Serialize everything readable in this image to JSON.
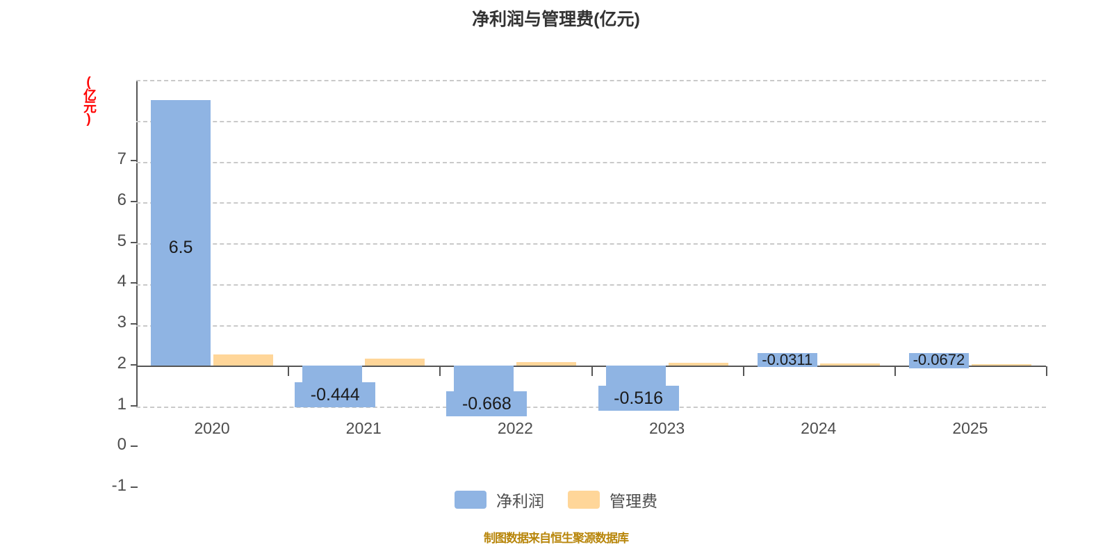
{
  "title": "净利润与管理费(亿元)",
  "y_axis_unit": "(亿元)",
  "footer": "制图数据来自恒生聚源数据库",
  "legend": [
    {
      "name": "净利润",
      "color": "#8fb4e3"
    },
    {
      "name": "管理费",
      "color": "#ffd699"
    }
  ],
  "y_ticks": [
    "7",
    "6",
    "5",
    "4",
    "3",
    "2",
    "1",
    "0",
    "-1"
  ],
  "x_labels": [
    "2020",
    "2021",
    "2022",
    "2023",
    "2024",
    "2025"
  ],
  "labels": {
    "net": [
      "6.5",
      "-0.444",
      "-0.668",
      "-0.516",
      "-0.0311",
      "-0.0672"
    ],
    "mgmt": [
      "",
      "",
      "",
      "",
      "",
      ""
    ]
  },
  "colors": {
    "net": "#8fb4e3",
    "mgmt": "#ffd699",
    "title": "#333333",
    "axis": "#555555",
    "grid": "#c9c9c9",
    "tick_text": "#4d4d4d",
    "unit_label": "#ff0000",
    "footer": "#b8860b"
  },
  "chart_data": {
    "type": "bar",
    "title": "净利润与管理费(亿元)",
    "xlabel": "",
    "ylabel": "(亿元)",
    "ylim": [
      -1,
      7
    ],
    "yticks": [
      -1,
      0,
      1,
      2,
      3,
      4,
      5,
      6,
      7
    ],
    "grid": true,
    "legend_position": "bottom",
    "categories": [
      "2020",
      "2021",
      "2022",
      "2023",
      "2024",
      "2025"
    ],
    "series": [
      {
        "name": "净利润",
        "color": "#8fb4e3",
        "values": [
          6.5,
          -0.444,
          -0.668,
          -0.516,
          -0.0311,
          -0.0672
        ],
        "data_labels": [
          "6.5",
          "-0.444",
          "-0.668",
          "-0.516",
          "-0.0311",
          "-0.0672"
        ]
      },
      {
        "name": "管理费",
        "color": "#ffd699",
        "values": [
          0.27,
          0.18,
          0.09,
          0.07,
          0.05,
          0.03
        ],
        "data_labels": [
          "",
          "",
          "",
          "",
          "",
          ""
        ]
      }
    ],
    "annotations": [
      "制图数据来自恒生聚源数据库"
    ]
  }
}
